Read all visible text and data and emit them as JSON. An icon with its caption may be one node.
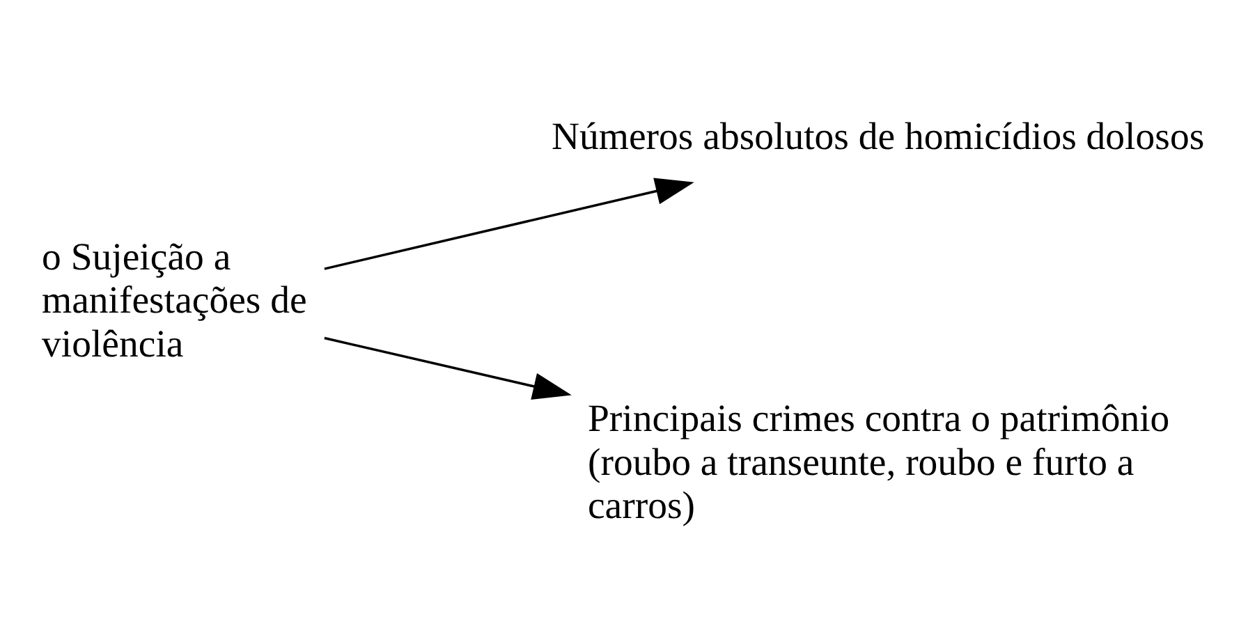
{
  "diagram": {
    "nodes": [
      {
        "text": [
          "o Sujeição a manifestações de violência"
        ]
      },
      {
        "text": [
          "Números absolutos de homicídios dolosos"
        ]
      },
      {
        "text": [
          "Principais crimes contra o patrimônio (roubo a transeunte, roubo e furto a carros)"
        ]
      }
    ],
    "edges": [
      {
        "from": 0,
        "to": 1,
        "arrow": "to"
      },
      {
        "from": 0,
        "to": 2,
        "arrow": "to"
      }
    ]
  }
}
